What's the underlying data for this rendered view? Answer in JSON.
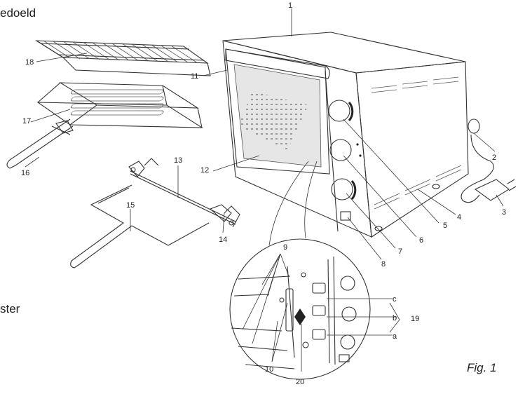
{
  "edge_text": {
    "top_left": "edoeld",
    "bottom_left": "ster"
  },
  "figure_caption": "Fig. 1",
  "callouts": {
    "c1": "1",
    "c2": "2",
    "c3": "3",
    "c4": "4",
    "c5": "5",
    "c6": "6",
    "c7": "7",
    "c8": "8",
    "c9": "9",
    "c10": "10",
    "c11": "11",
    "c12": "12",
    "c13": "13",
    "c14": "14",
    "c15": "15",
    "c16": "16",
    "c17": "17",
    "c18": "18",
    "c19": "19",
    "c20": "20",
    "ca": "a",
    "cb": "b",
    "cc": "c"
  },
  "colors": {
    "line": "#333333",
    "glass": "#e2e2e2",
    "background": "#ffffff"
  }
}
